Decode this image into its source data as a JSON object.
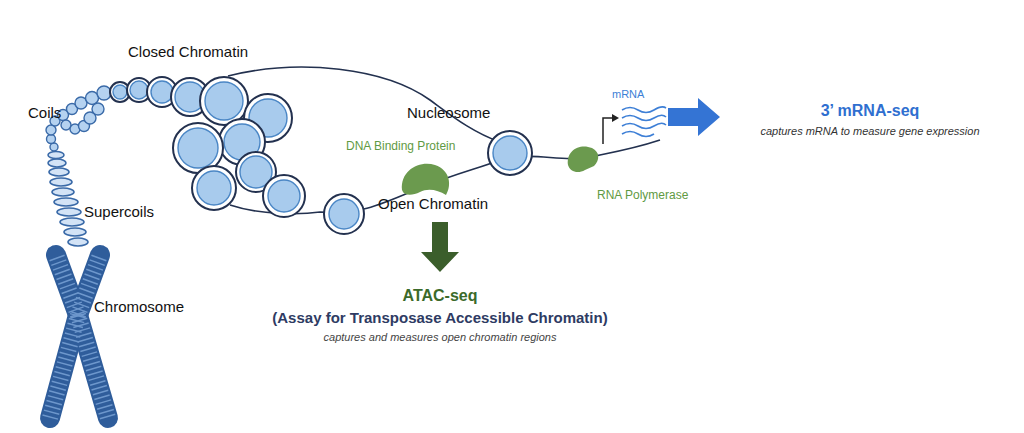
{
  "diagram": {
    "labels": [
      "Closed Chromatin",
      "Coils",
      "Supercoils",
      "Chromosome",
      "Nucleosome",
      "DNA Binding Protein",
      "Open Chromatin",
      "RNA Polymerase",
      "mRNA",
      "3’ mRNA-seq",
      "captures mRNA to measure gene expression",
      "ATAC-seq",
      "(Assay for Transposase Accessible Chromatin)",
      "captures and measures open chromatin regions"
    ]
  }
}
